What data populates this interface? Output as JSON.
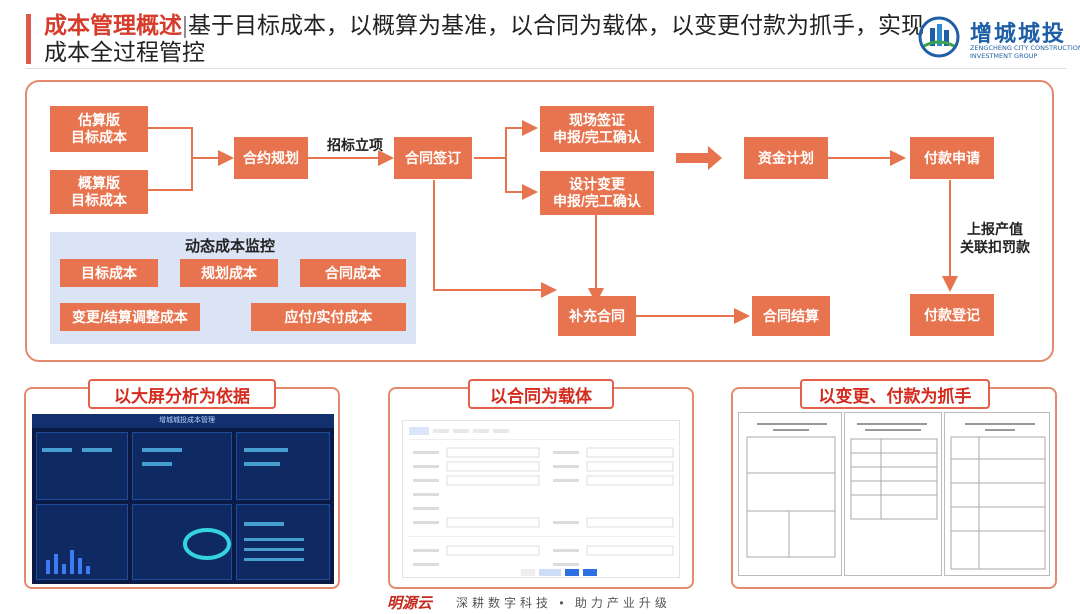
{
  "header": {
    "keyword": "成本管理概述",
    "text": "基于目标成本，以概算为基准，以合同为载体，以变更付款为抓手，实现成本全过程管控"
  },
  "logo": {
    "name_cn": "增城城投",
    "name_en_1": "ZENGCHENG CITY CONSTRUCTION",
    "name_en_2": "INVESTMENT GROUP"
  },
  "flow": {
    "estimate_target": "估算版\n目标成本",
    "budget_target": "概算版\n目标成本",
    "contract_planning": "合约规划",
    "bidding_label": "招标立项",
    "contract_signing": "合同签订",
    "site_visa": "现场签证\n申报/完工确认",
    "design_change": "设计变更\n申报/完工确认",
    "supplementary_contract": "补充合同",
    "contract_settlement": "合同结算",
    "fund_plan": "资金计划",
    "payment_request": "付款申请",
    "report_label": "上报产值\n关联扣罚款",
    "payment_registration": "付款登记"
  },
  "monitor": {
    "title": "动态成本监控",
    "items": [
      "目标成本",
      "规划成本",
      "合同成本",
      "变更/结算调整成本",
      "应付/实付成本"
    ]
  },
  "panels": {
    "p1_title": "以大屏分析为依据",
    "p2_title": "以合同为载体",
    "p3_title": "以变更、付款为抓手"
  },
  "dashboard": {
    "title": "增城城投成本管理"
  },
  "footer": {
    "brand": "明源云",
    "slogan": "深耕数字科技 • 助力产业升级"
  },
  "colors": {
    "accent": "#e7744f",
    "title_red": "#d63b2c",
    "monitor_bg": "#dbe4f4",
    "arrow": "#e7744f"
  }
}
